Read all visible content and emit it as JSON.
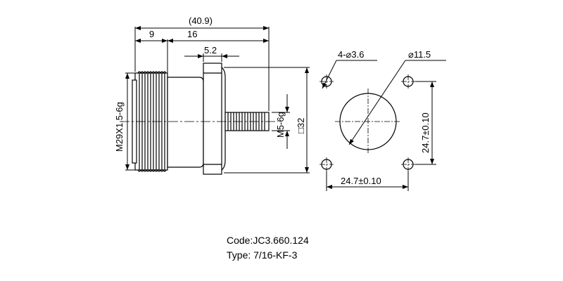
{
  "side_view": {
    "overall_length": "(40.9)",
    "thread_length": "9",
    "body_length": "16",
    "flange_thickness": "5.2",
    "main_thread": "M29X1.5-6g",
    "pin_thread": "M5-6g",
    "flange_square_symbol": "□",
    "flange_square": "32"
  },
  "front_view": {
    "holes": "4-⌀3.6",
    "center_diameter": "⌀11.5",
    "hole_spacing_h": "24.7±0.10",
    "hole_spacing_v": "24.7±0.10"
  },
  "caption": {
    "code": "Code:JC3.660.124",
    "type": "Type: 7/16-KF-3"
  }
}
